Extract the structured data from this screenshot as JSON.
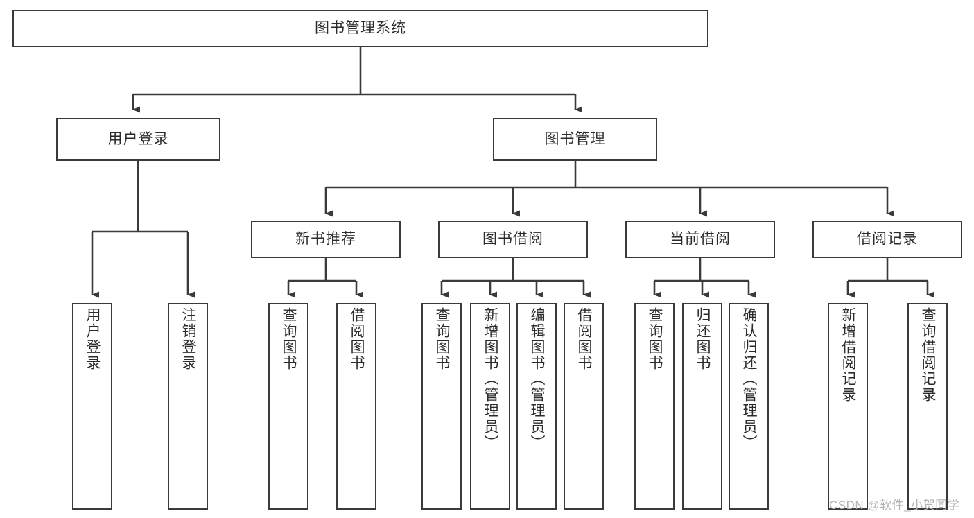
{
  "diagram": {
    "title": "图书管理系统",
    "type": "hierarchy-tree",
    "root": {
      "id": "root",
      "label": "图书管理系统"
    },
    "level2": [
      {
        "id": "user-login",
        "label": "用户登录"
      },
      {
        "id": "book-manage",
        "label": "图书管理"
      }
    ],
    "level3": [
      {
        "id": "new-book-rec",
        "label": "新书推荐"
      },
      {
        "id": "book-borrow",
        "label": "图书借阅"
      },
      {
        "id": "current-borrow",
        "label": "当前借阅"
      },
      {
        "id": "borrow-record",
        "label": "借阅记录"
      }
    ],
    "leaves": {
      "user-login": [
        {
          "id": "leaf-user-login",
          "label": "用户登录"
        },
        {
          "id": "leaf-user-logout",
          "label": "注销登录"
        }
      ],
      "new-book-rec": [
        {
          "id": "leaf-query-book-1",
          "label": "查询图书"
        },
        {
          "id": "leaf-borrow-book-1",
          "label": "借阅图书"
        }
      ],
      "book-borrow": [
        {
          "id": "leaf-query-book-2",
          "label": "查询图书"
        },
        {
          "id": "leaf-add-book",
          "label": "新增图书（管理员）"
        },
        {
          "id": "leaf-edit-book",
          "label": "编辑图书（管理员）"
        },
        {
          "id": "leaf-borrow-book-2",
          "label": "借阅图书"
        }
      ],
      "current-borrow": [
        {
          "id": "leaf-query-book-3",
          "label": "查询图书"
        },
        {
          "id": "leaf-return-book",
          "label": "归还图书"
        },
        {
          "id": "leaf-confirm-return",
          "label": "确认归还（管理员）"
        }
      ],
      "borrow-record": [
        {
          "id": "leaf-add-record",
          "label": "新增借阅记录"
        },
        {
          "id": "leaf-query-record",
          "label": "查询借阅记录"
        }
      ]
    },
    "watermark": "CSDN @软件_小贺同学",
    "colors": {
      "stroke": "#3a3a3a",
      "box_fill": "#ffffff",
      "text": "#2b2b2b",
      "watermark": "#b4b4b4",
      "background": "#ffffff"
    }
  }
}
